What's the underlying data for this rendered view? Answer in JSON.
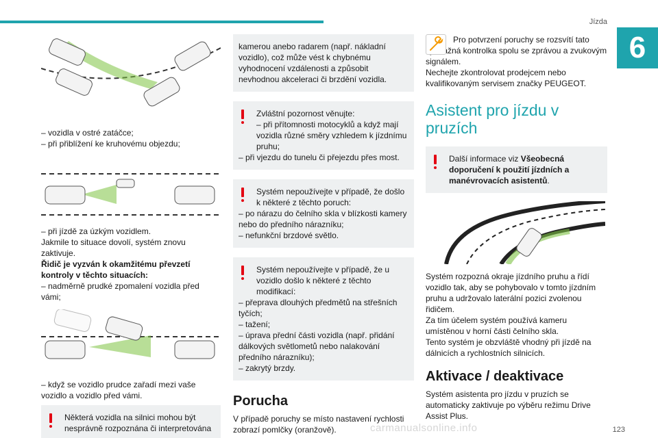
{
  "header": {
    "chapter_title": "Jízda",
    "chapter_number": "6",
    "page_number": "123"
  },
  "watermark": "carmanualsonline.info",
  "col1": {
    "list1": [
      "– vozidla v ostré zatáčce;",
      "– při přiblížení ke kruhovému objezdu;"
    ],
    "list2": [
      "– při jízdě za úzkým vozidlem."
    ],
    "para1": "Jakmile to situace dovolí, systém znovu zaktivuje.",
    "bold": "Řidič je vyzván k okamžitému převzetí kontroly v těchto situacích:",
    "list3": [
      "– nadměrně prudké zpomalení vozidla před vámi;"
    ],
    "list4": [
      "– když se vozidlo prudce zařadí mezi vaše vozidlo a vozidlo před vámi."
    ],
    "note1": "Některá vozidla na silnici mohou být nesprávně rozpoznána či interpretována"
  },
  "col2": {
    "note1_cont": "kamerou anebo radarem (např. nákladní vozidlo), což může vést k chybnému vyhodnocení vzdálenosti a způsobit nevhodnou akceleraci či brzdění vozidla.",
    "note2_first": "Zvláštní pozornost věnujte:",
    "note2_items": [
      "– při přítomnosti motocyklů a když mají vozidla různé směry vzhledem k jízdnímu pruhu;",
      "– při vjezdu do tunelu či přejezdu přes most."
    ],
    "note3_first": "Systém nepoužívejte v případě, že došlo k některé z těchto poruch:",
    "note3_items": [
      "– po nárazu do čelního skla v blízkosti kamery nebo do předního nárazníku;",
      "– nefunkční brzdové světlo."
    ],
    "note4_first": "Systém nepoužívejte v případě, že u vozidlo došlo k některé z těchto modifikací:",
    "note4_items": [
      "– přeprava dlouhých předmětů na střešních tyčích;",
      "– tažení;",
      "– úprava přední části vozidla (např. přidání dálkových světlometů nebo nalakování předního nárazníku);",
      "– zakrytý brzdy."
    ],
    "heading": "Porucha",
    "para": "V případě poruchy se místo nastavení rychlosti zobrazí pomlčky (oranžově)."
  },
  "col3": {
    "wrench_text": "Pro potvrzení poruchy se rozsvítí tato výstražná kontrolka spolu se zprávou a zvukovým signálem.",
    "wrench_text2": "Nechejte zkontrolovat prodejcem nebo kvalifikovaným servisem značky PEUGEOT.",
    "heading1": "Asistent pro jízdu v pruzích",
    "note_prefix": "Další informace viz ",
    "note_bold": "Všeobecná doporučení k použití jízdních a manévrovacích asistentů",
    "note_suffix": ".",
    "para1": "Systém rozpozná okraje jízdního pruhu a řídí vozidlo tak, aby se pohybovalo v tomto jízdním pruhu a udržovalo laterální pozici zvolenou řidičem.",
    "para2": "Za tím účelem systém používá kameru umístěnou v horní části čelního skla.",
    "para3": "Tento systém je obzvláště vhodný při jízdě na dálnicích a rychlostních silnicích.",
    "heading2": "Aktivace / deaktivace",
    "para4": "Systém asistenta pro jízdu v pruzích se automaticky zaktivuje po výběru režimu Drive Assist Plus."
  },
  "colors": {
    "accent": "#1fa4ad",
    "warning": "#e30613",
    "note_bg": "#eef0f1"
  }
}
